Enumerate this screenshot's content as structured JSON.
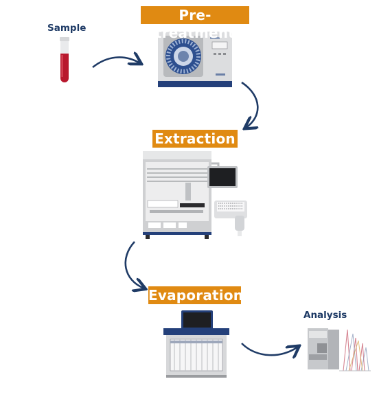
{
  "labels": {
    "sample": "Sample",
    "pretreatment": "Pre-treatment",
    "extraction": "Extraction",
    "evaporation": "Evaporation",
    "analysis": "Analysis"
  },
  "colors": {
    "stage_label_bg": "#e08a12",
    "arrow": "#1f3b66",
    "instrument_gray": "#c9cacc",
    "instrument_blue": "#24407a",
    "sample_red": "#b8182d"
  },
  "icons": [
    "sample-tube-icon",
    "pretreatment-instrument-icon",
    "extraction-instrument-icon",
    "evaporation-instrument-icon",
    "analysis-instrument-icon"
  ]
}
